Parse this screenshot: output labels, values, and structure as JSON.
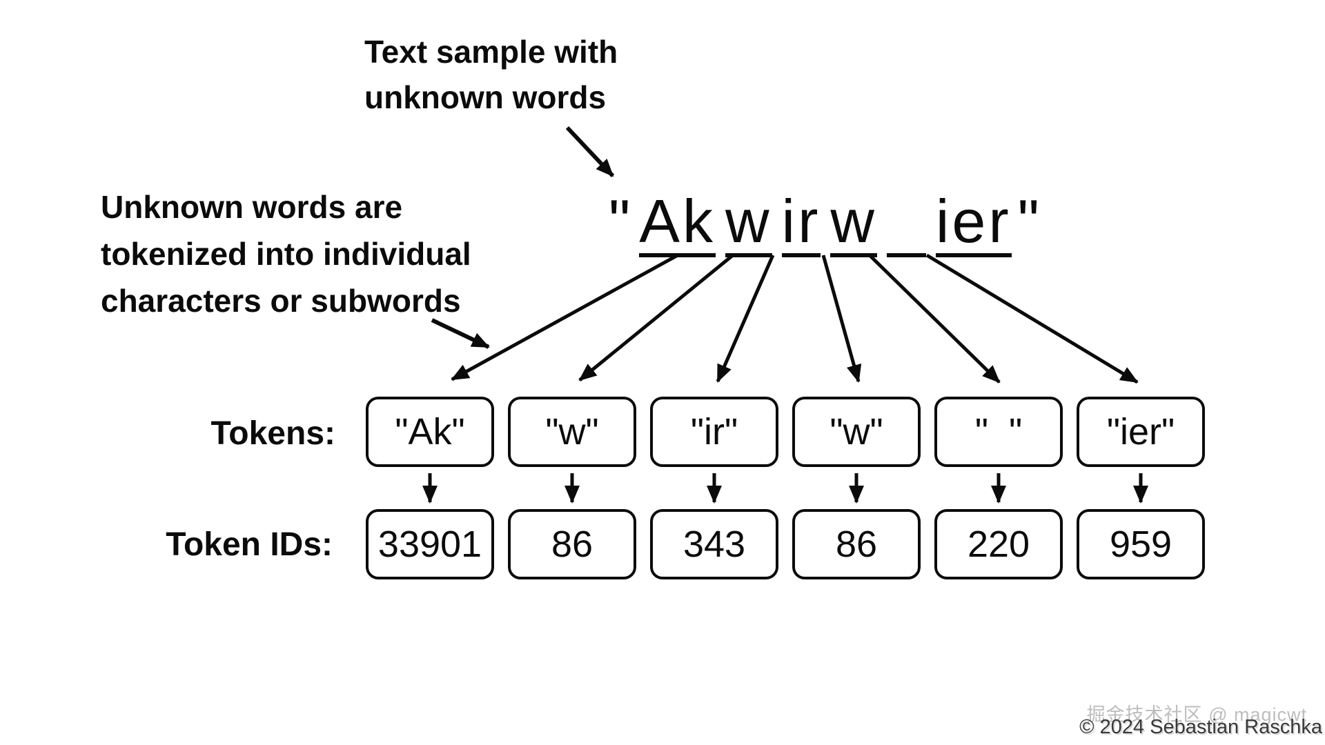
{
  "colors": {
    "ink": "#0b0b0b",
    "background": "#ffffff",
    "watermark_gray": "#bdbdbd",
    "copyright_gray": "#383838"
  },
  "annotations": {
    "top": {
      "line1": "Text sample with",
      "line2": "unknown words"
    },
    "left": {
      "line1": "Unknown words are",
      "line2": "tokenized into individual",
      "line3": "characters or subwords"
    }
  },
  "sample": {
    "open_quote": "\"",
    "close_quote": "\"",
    "segments": [
      "Ak",
      "w",
      "ir",
      "w",
      "  ",
      "ier"
    ]
  },
  "tokens": {
    "label": "Tokens:",
    "items": [
      "\"Ak\"",
      "\"w\"",
      "\"ir\"",
      "\"w\"",
      "\"  \"",
      "\"ier\""
    ]
  },
  "token_ids": {
    "label": "Token IDs:",
    "items": [
      "33901",
      "86",
      "343",
      "86",
      "220",
      "959"
    ]
  },
  "footer": {
    "watermark": "掘金技术社区 @ magicwt",
    "copyright": "© 2024 Sebastian Raschka"
  }
}
